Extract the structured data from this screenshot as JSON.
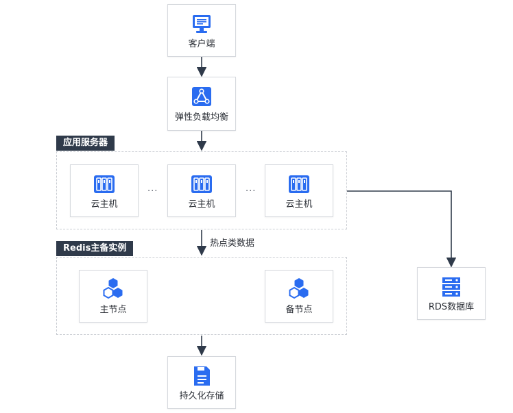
{
  "nodes": {
    "client": {
      "label": "客户端",
      "icon": "monitor-icon"
    },
    "slb": {
      "label": "弹性负载均衡",
      "icon": "load-balancer-icon"
    },
    "vm1": {
      "label": "云主机",
      "icon": "server-icon"
    },
    "vm2": {
      "label": "云主机",
      "icon": "server-icon"
    },
    "vm3": {
      "label": "云主机",
      "icon": "server-icon"
    },
    "redis_master": {
      "label": "主节点",
      "icon": "redis-node-icon"
    },
    "redis_slave": {
      "label": "备节点",
      "icon": "redis-node-icon"
    },
    "persist": {
      "label": "持久化存储",
      "icon": "storage-icon"
    },
    "rds": {
      "label": "RDS数据库",
      "icon": "database-icon"
    }
  },
  "groups": {
    "app_servers": {
      "title": "应用服务器",
      "ellipsis": "..."
    },
    "redis": {
      "title": "Redis主备实例"
    }
  },
  "edge_labels": {
    "hot_data": "热点类数据"
  },
  "colors": {
    "accent": "#2a6cf0",
    "title_bg": "#2f3a4a",
    "line": "#2f3a4a"
  }
}
